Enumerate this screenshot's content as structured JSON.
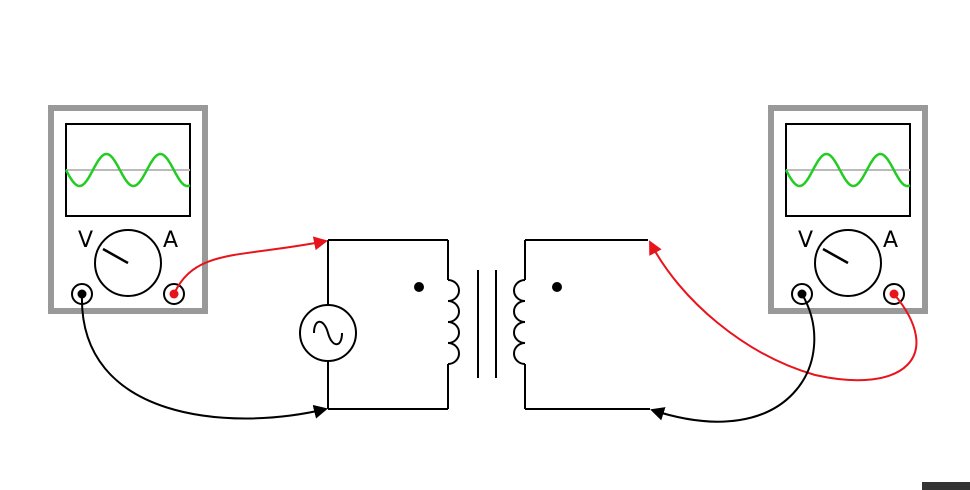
{
  "meters": [
    {
      "id": "left",
      "voltage_label": "V",
      "current_label": "A",
      "trace_color": "#22cc22"
    },
    {
      "id": "right",
      "voltage_label": "V",
      "current_label": "A",
      "trace_color": "#22cc22"
    }
  ],
  "colors": {
    "meter_frame": "#999999",
    "red_lead": "#e8141c",
    "black_lead": "#000000",
    "screen_center_line": "#bbbbbb"
  },
  "components": {
    "ac_source_icon": "ac-sine-source",
    "transformer": "iron-core-transformer",
    "polarity_marks": [
      "primary-dot",
      "secondary-dot"
    ]
  }
}
